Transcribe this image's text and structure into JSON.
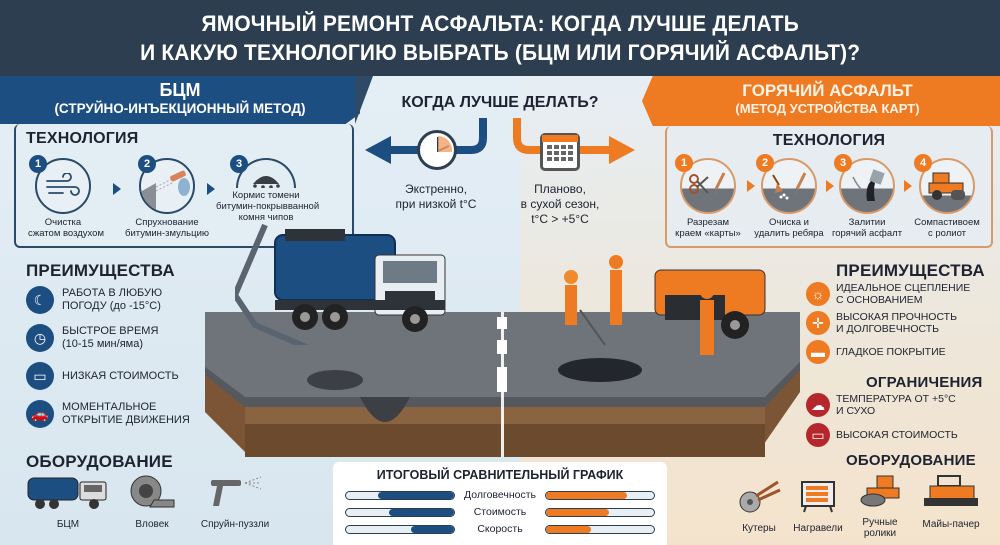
{
  "title": {
    "line1": "ЯМОЧНЫЙ РЕМОНТ АСФАЛЬТА: КОГДА ЛУЧШЕ ДЕЛАТЬ",
    "line2": "И КАКУЮ ТЕХНОЛОГИЮ ВЫБРАТЬ (БЦМ ИЛИ ГОРЯЧИЙ АСФАЛЬТ)?"
  },
  "colors": {
    "header_bg": "#2c3e50",
    "bcm_blue": "#1d4e82",
    "hot_orange": "#ee7a22",
    "limit_red": "#b5272d"
  },
  "left": {
    "banner_title": "БЦМ",
    "banner_subtitle": "(СТРУЙНО-ИНЪЕКЦИОННЫЙ МЕТОД)",
    "technology": {
      "title": "ТЕХНОЛОГИЯ",
      "steps": [
        {
          "num": "1",
          "icon": "wind-icon",
          "label_1": "Очистка",
          "label_2": "сжатом воздухом"
        },
        {
          "num": "2",
          "icon": "spray-nozzle-icon",
          "label_1": "Спрухнование",
          "label_2": "битумин-змульцию"
        },
        {
          "num": "3",
          "icon": "gravel-pile-icon",
          "label_1": "Кормис томени",
          "label_2": "битумин-покрывванной",
          "label_3": "комня чипов"
        }
      ]
    },
    "advantages": {
      "title": "ПРЕИМУЩЕСТВА",
      "items": [
        {
          "icon": "moon-snow-icon",
          "line1": "РАБОТА В ЛЮБУЮ",
          "line2": "ПОГОДУ (до -15°C)"
        },
        {
          "icon": "clock-icon",
          "line1": "БЫСТРОЕ ВРЕМЯ",
          "line2": "(10-15 мин/яма)"
        },
        {
          "icon": "wallet-icon",
          "line1": "НИЗКАЯ СТОИМОСТЬ",
          "line2": ""
        },
        {
          "icon": "car-icon",
          "line1": "МОМЕНТАЛЬНОЕ",
          "line2": "ОТКРЫТИЕ ДВИЖЕНИЯ"
        }
      ]
    },
    "equipment": {
      "title": "ОБОРУДОВАНИЕ",
      "items": [
        {
          "icon": "tanker-truck-icon",
          "label": "БЦМ"
        },
        {
          "icon": "blower-icon",
          "label": "Вловек"
        },
        {
          "icon": "spray-gun-icon",
          "label": "Спруйн-пуззли"
        }
      ]
    }
  },
  "when": {
    "title": "КОГДА ЛУЧШЕ ДЕЛАТЬ?",
    "left_line1": "Экстренно,",
    "left_line2": "при низкой t°C",
    "right_line1": "Планово,",
    "right_line2": "в сухой сезон,",
    "right_line3": "t°C > +5°C"
  },
  "right": {
    "banner_title": "ГОРЯЧИЙ АСФАЛЬТ",
    "banner_subtitle": "(МЕТОД УСТРОЙСТВА КАРТ)",
    "technology": {
      "title": "ТЕХНОЛОГИЯ",
      "steps": [
        {
          "num": "1",
          "icon": "cutter-icon",
          "label_1": "Разрезам",
          "label_2": "краем «карты»"
        },
        {
          "num": "2",
          "icon": "brush-clean-icon",
          "label_1": "Очиска и",
          "label_2": "удалить ребяра"
        },
        {
          "num": "3",
          "icon": "pour-bucket-icon",
          "label_1": "Залитии",
          "label_2": "горячий асфалт"
        },
        {
          "num": "4",
          "icon": "roller-icon",
          "label_1": "Сомпастивоем",
          "label_2": "с ролиот"
        }
      ]
    },
    "advantages": {
      "title": "ПРЕИМУЩЕСТВА",
      "items": [
        {
          "icon": "sun-icon",
          "line1": "ИДЕАЛЬНОЕ СЦЕПЛЕНИЕ",
          "line2": "С ОСНОВАНИЕМ"
        },
        {
          "icon": "dumbbell-icon",
          "line1": "ВЫСОКАЯ ПРОЧНОСТЬ",
          "line2": "И ДОЛГОВЕЧНОСТЬ"
        },
        {
          "icon": "smooth-surface-icon",
          "line1": "ГЛАДКОЕ ПОКРЫТИЕ",
          "line2": ""
        }
      ]
    },
    "limitations": {
      "title": "ОГРАНИЧЕНИЯ",
      "items": [
        {
          "icon": "rain-cloud-icon",
          "line1": "ТЕМПЕРАТУРА ОТ +5°C",
          "line2": "И СУХО"
        },
        {
          "icon": "wallet-icon",
          "line1": "ВЫСОКАЯ СТОИМОСТЬ",
          "line2": ""
        }
      ]
    },
    "equipment": {
      "title": "ОБОРУДОВАНИЕ",
      "items": [
        {
          "icon": "saw-cutter-icon",
          "label": "Кутеры"
        },
        {
          "icon": "heater-icon",
          "label": "Награвели"
        },
        {
          "icon": "hand-roller-icon",
          "label": "Ручные",
          "label_2": "ролики"
        },
        {
          "icon": "paver-icon",
          "label": "Майы-пачер"
        }
      ]
    }
  },
  "chart_data": {
    "type": "bar",
    "title": "ИТОГОВЫЙ СРАВНИТЕЛЬНЫЙ ГРАФИК",
    "categories": [
      "Долговечность",
      "Стоимость",
      "Скорость"
    ],
    "series": [
      {
        "name": "БЦМ",
        "color": "#1d4e82",
        "values": [
          70,
          60,
          40
        ]
      },
      {
        "name": "Горячий асфальт",
        "color": "#ee7a22",
        "values": [
          75,
          58,
          42
        ]
      }
    ],
    "ylim": [
      0,
      100
    ],
    "legend": "none"
  }
}
